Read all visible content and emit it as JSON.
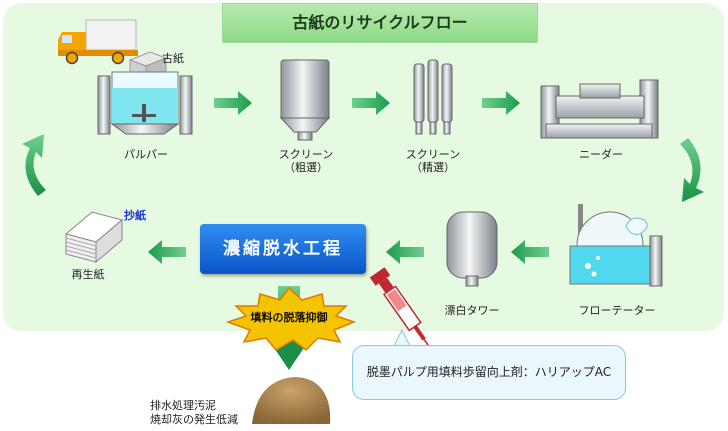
{
  "title": "古紙のリサイクルフロー",
  "input": {
    "label": "古紙"
  },
  "steps": {
    "pulper": "パルパー",
    "screen_coarse": {
      "name": "スクリーン",
      "note": "（粗選）"
    },
    "screen_fine": {
      "name": "スクリーン",
      "note": "（精選）"
    },
    "kneader": "ニーダー",
    "flotator": "フローテーター",
    "bleach_tower": "漂白タワー",
    "concentrate": "濃縮脱水工程",
    "papermaking": "抄紙",
    "recycled_paper": "再生紙"
  },
  "burst": {
    "label": "填料の脱落抑御"
  },
  "callout": {
    "label": "脱墨パルプ用填料歩留向上剤：ハリアップAC"
  },
  "result": {
    "line1": "排水処理汚泥",
    "line2": "焼却灰の発生低減"
  },
  "colors": {
    "panel": "#e6f9e1",
    "arrow": "#2ea35a",
    "process_box": "#1a6fe0",
    "burst": "#f3c300",
    "papermaking": "#1a33d6"
  }
}
